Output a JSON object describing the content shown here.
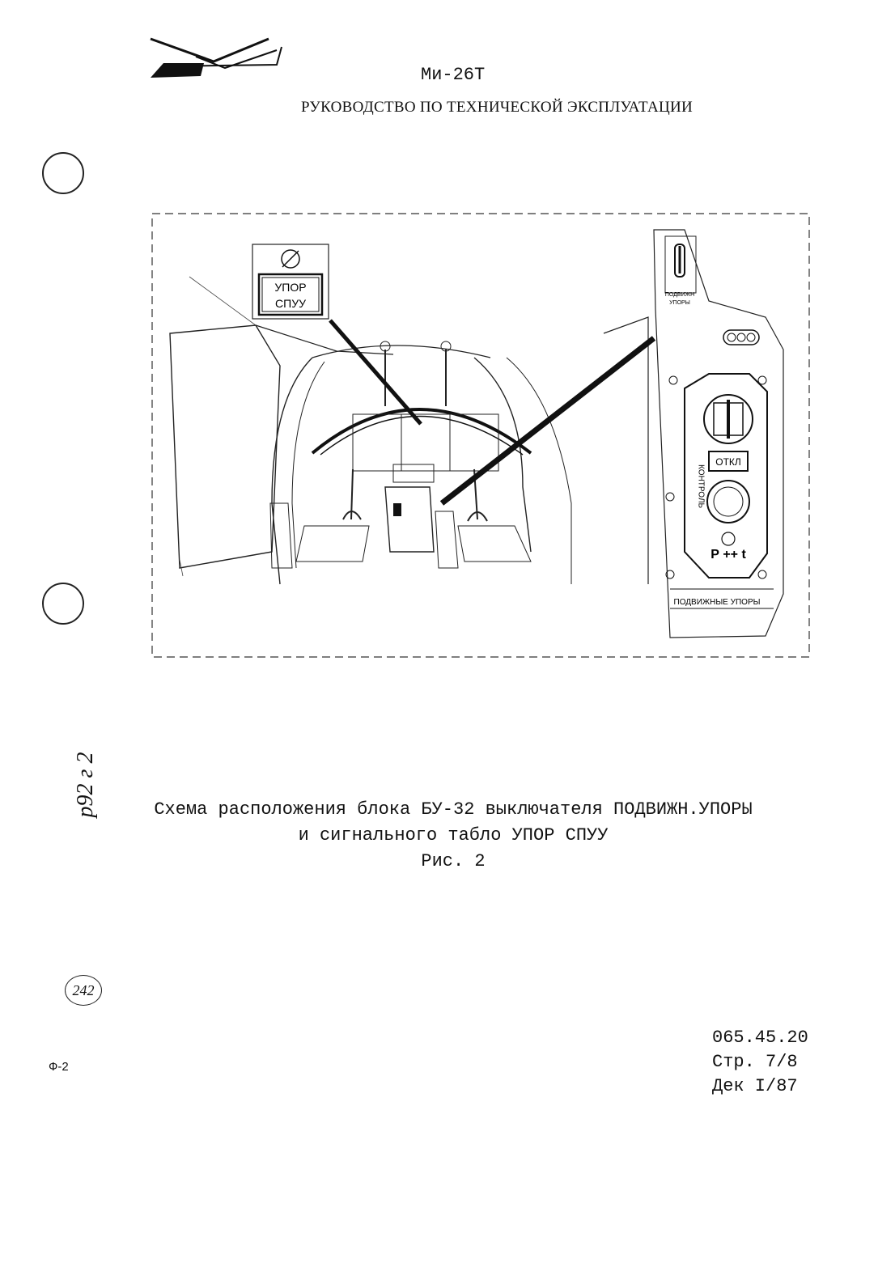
{
  "header": {
    "model": "Ми-26Т",
    "manual_title": "РУКОВОДСТВО ПО ТЕХНИЧЕСКОЙ ЭКСПЛУАТАЦИИ"
  },
  "figure": {
    "tablo_label_1": "УПОР",
    "tablo_label_2": "СПУУ",
    "switch_label_1": "ПОДВИЖН",
    "switch_label_2": "УПОРЫ",
    "panel_otkl": "ОТКЛ",
    "panel_kontrol": "КОНТРОЛЬ",
    "panel_pt": "Р ++ t",
    "panel_bottom": "ПОДВИЖНЫЕ УПОРЫ"
  },
  "caption": {
    "line1": "Схема расположения блока БУ-32 выключателя ПОДВИЖН.УПОРЫ",
    "line2": "и сигнального табло УПОР СПУУ",
    "line3": "Рис. 2"
  },
  "footer": {
    "doc_number": "065.45.20",
    "page": "Стр. 7/8",
    "revision": "Дек I/87",
    "form": "Ф-2",
    "stamp": "242",
    "handwritten": "р92 г 2"
  }
}
